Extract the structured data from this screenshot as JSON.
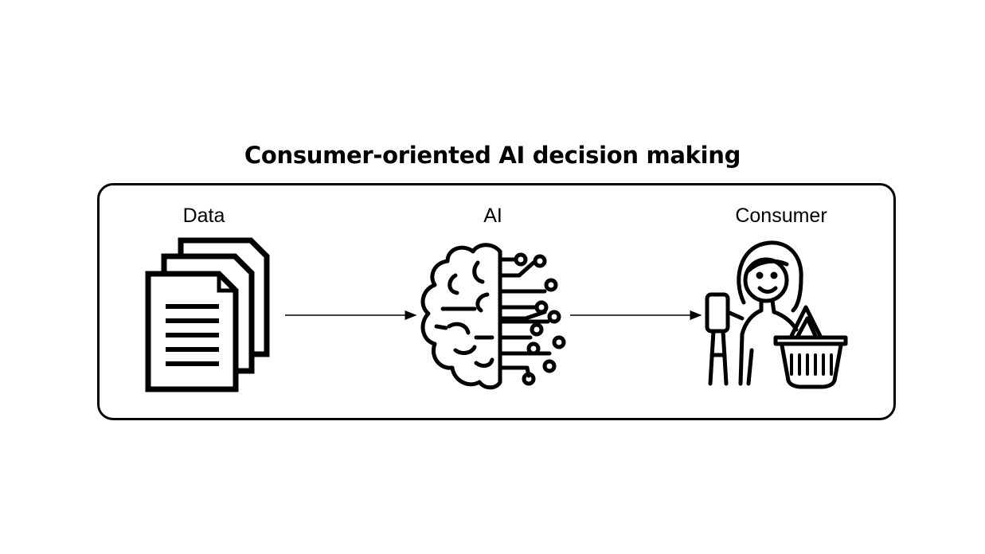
{
  "title": "Consumer-oriented AI decision making",
  "nodes": [
    {
      "label": "Data",
      "icon": "documents-icon"
    },
    {
      "label": "AI",
      "icon": "circuit-brain-icon"
    },
    {
      "label": "Consumer",
      "icon": "shopper-with-basket-icon"
    }
  ],
  "edges": [
    {
      "from": "Data",
      "to": "AI"
    },
    {
      "from": "AI",
      "to": "Consumer"
    }
  ]
}
